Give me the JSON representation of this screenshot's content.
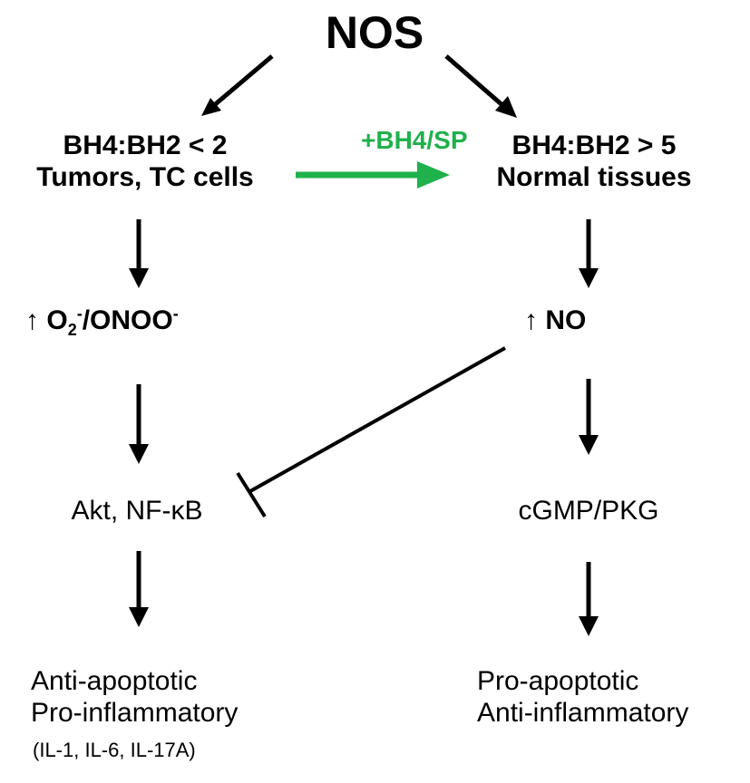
{
  "title": "NOS",
  "left_branch": {
    "ratio": "BH4:BH2 < 2",
    "context": "Tumors, TC cells",
    "species_arrow": "↑",
    "species_o2": "O",
    "species_o2_sub": "2",
    "species_o2_sup": "-",
    "species_sep": "/ONOO",
    "species_onoo_sup": "-",
    "kinase": "Akt, NF-κB",
    "outcome_1": "Anti-apoptotic",
    "outcome_2": "Pro-inflammatory",
    "cytokines": "(IL-1, IL-6, IL-17A)"
  },
  "right_branch": {
    "ratio": "BH4:BH2 > 5",
    "context": "Normal tissues",
    "species_arrow": "↑",
    "species": "NO",
    "kinase": "cGMP/PKG",
    "outcome_1": "Pro-apoptotic",
    "outcome_2": "Anti-inflammatory"
  },
  "treatment": "+BH4/SP",
  "colors": {
    "treatment_arrow": "#1fb14b",
    "text": "#000000"
  }
}
